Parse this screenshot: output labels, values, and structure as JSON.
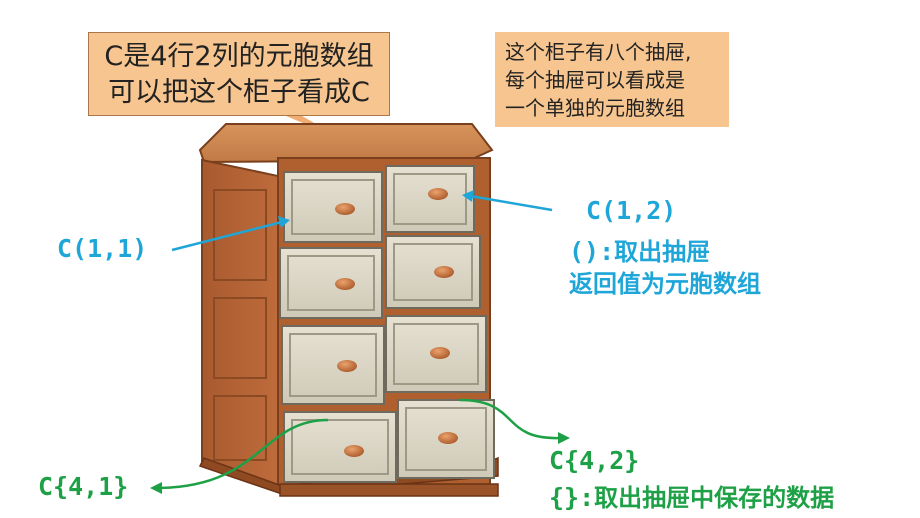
{
  "callouts": {
    "title": {
      "line1": "C是4行2列的元胞数组",
      "line2": "可以把这个柜子看成C"
    },
    "note": {
      "line1": "这个柜子有八个抽屉,",
      "line2": "每个抽屉可以看成是",
      "line3": "一个单独的元胞数组"
    }
  },
  "labels": {
    "c11": "C(1,1)",
    "c12": "C(1,2)",
    "paren_desc": {
      "prefix": "():",
      "text": "取出抽屉"
    },
    "return_desc": "返回值为元胞数组",
    "c41": "C{4,1}",
    "c42": "C{4,2}",
    "brace_desc": {
      "prefix": "{}:",
      "text": "取出抽屉中保存的数据"
    }
  },
  "colors": {
    "paren_accent": "#1fa6d9",
    "brace_accent": "#1ea146",
    "callout_fill": "#f7c58f",
    "wood": "#b8683a",
    "drawer_face": "#d9d4c4",
    "knob": "#c9743e"
  }
}
